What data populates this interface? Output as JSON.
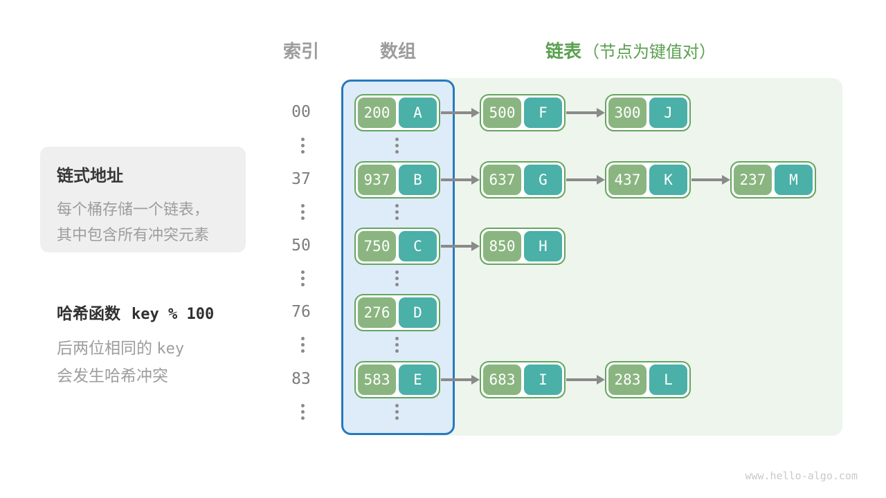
{
  "headers": {
    "index": "索引",
    "array": "数组",
    "list": "链表",
    "list_note": "（节点为键值对）"
  },
  "legend": {
    "title": "链式地址",
    "desc_line1": "每个桶存储一个链表，",
    "desc_line2": "其中包含所有冲突元素",
    "hash_label": "哈希函数",
    "hash_expr": "key % 100",
    "hash_note1_text": "后两位相同的",
    "hash_note1_code": "key",
    "hash_note2": "会发生哈希冲突"
  },
  "rows": [
    {
      "index": "00",
      "bucket": {
        "key": "200",
        "value": "A"
      },
      "chain": [
        {
          "key": "500",
          "value": "F"
        },
        {
          "key": "300",
          "value": "J"
        }
      ]
    },
    {
      "index": "37",
      "bucket": {
        "key": "937",
        "value": "B"
      },
      "chain": [
        {
          "key": "637",
          "value": "G"
        },
        {
          "key": "437",
          "value": "K"
        },
        {
          "key": "237",
          "value": "M"
        }
      ]
    },
    {
      "index": "50",
      "bucket": {
        "key": "750",
        "value": "C"
      },
      "chain": [
        {
          "key": "850",
          "value": "H"
        }
      ]
    },
    {
      "index": "76",
      "bucket": {
        "key": "276",
        "value": "D"
      },
      "chain": []
    },
    {
      "index": "83",
      "bucket": {
        "key": "583",
        "value": "E"
      },
      "chain": [
        {
          "key": "683",
          "value": "I"
        },
        {
          "key": "283",
          "value": "L"
        }
      ]
    }
  ],
  "colors": {
    "key_cell_green": "#8ab580",
    "value_cell_teal": "#4bb0a7",
    "node_border_green": "#64a55f",
    "array_panel_fill": "#ddecf8",
    "array_panel_border": "#2779bd",
    "list_panel_fill": "#edf5ec",
    "accent_text_green": "#5aa050",
    "muted_text_gray": "#9d9d9d"
  },
  "watermark": "www.hello-algo.com"
}
